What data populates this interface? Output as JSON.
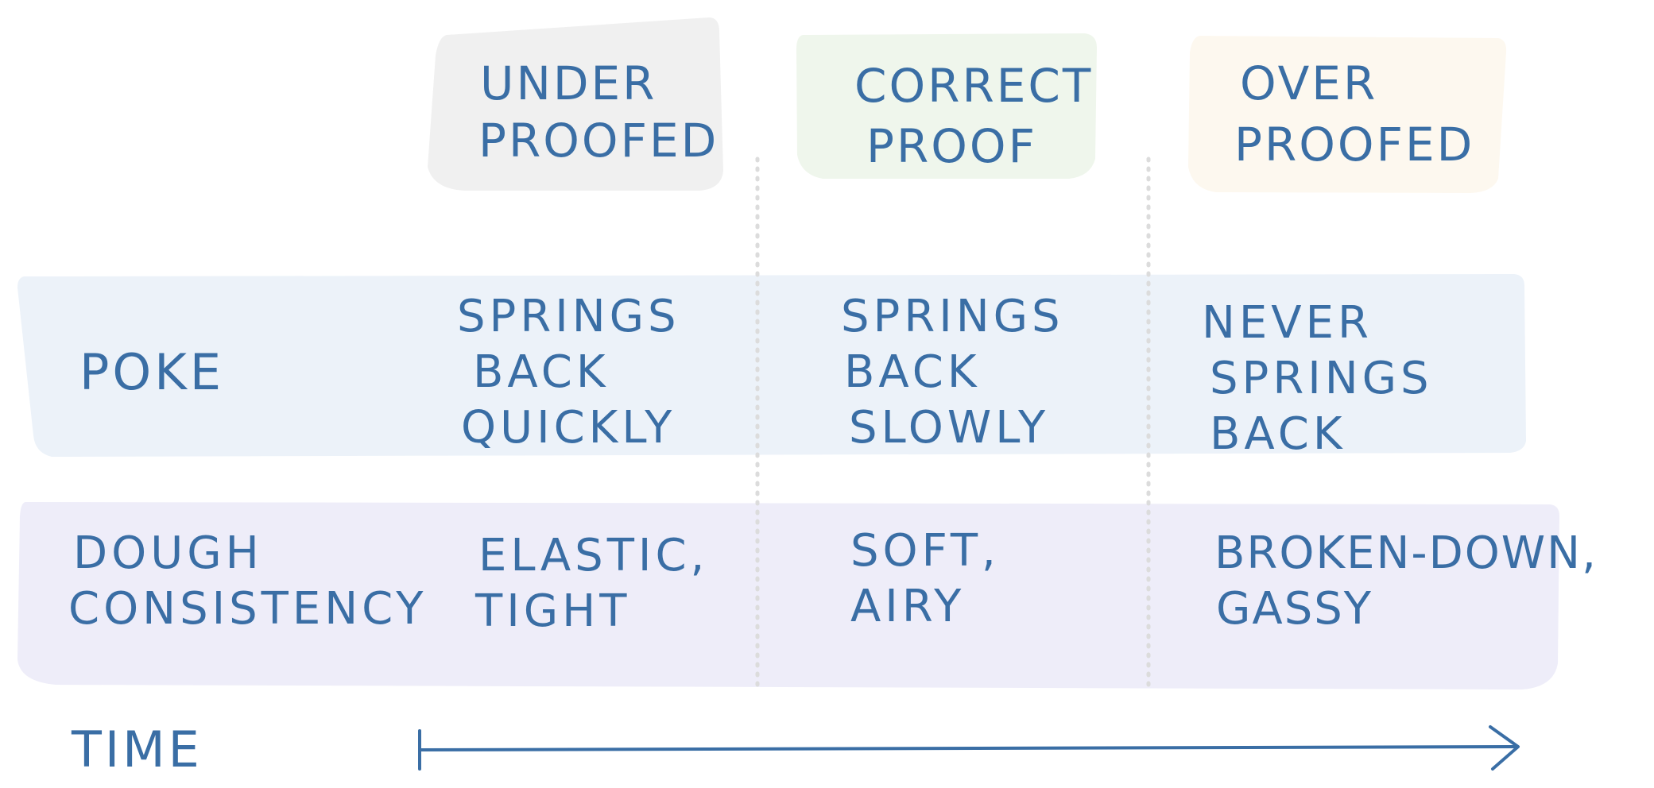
{
  "columns": [
    {
      "lines": [
        "UNDER",
        "PROOFED"
      ],
      "fill": "#f0f0f0"
    },
    {
      "lines": [
        "CORRECT",
        "PROOF"
      ],
      "fill": "#eff6ec"
    },
    {
      "lines": [
        "OVER",
        "PROOFED"
      ],
      "fill": "#fdf8ef"
    }
  ],
  "rows": [
    {
      "label": [
        "POKE"
      ],
      "fill": "#ecf2f9",
      "cells": [
        [
          "SPRINGS",
          "BACK",
          "QUICKLY"
        ],
        [
          "SPRINGS",
          "BACK",
          "SLOWLY"
        ],
        [
          "NEVER",
          "SPRINGS",
          "BACK"
        ]
      ]
    },
    {
      "label": [
        "DOUGH",
        "CONSISTENCY"
      ],
      "fill": "#eeedf9",
      "cells": [
        [
          "ELASTIC,",
          "TIGHT"
        ],
        [
          "SOFT,",
          "AIRY"
        ],
        [
          "BROKEN-DOWN,",
          "GASSY"
        ]
      ]
    }
  ],
  "time_label": "TIME",
  "colors": {
    "ink": "#3a6ea5",
    "divider": "#dcdcdc"
  }
}
